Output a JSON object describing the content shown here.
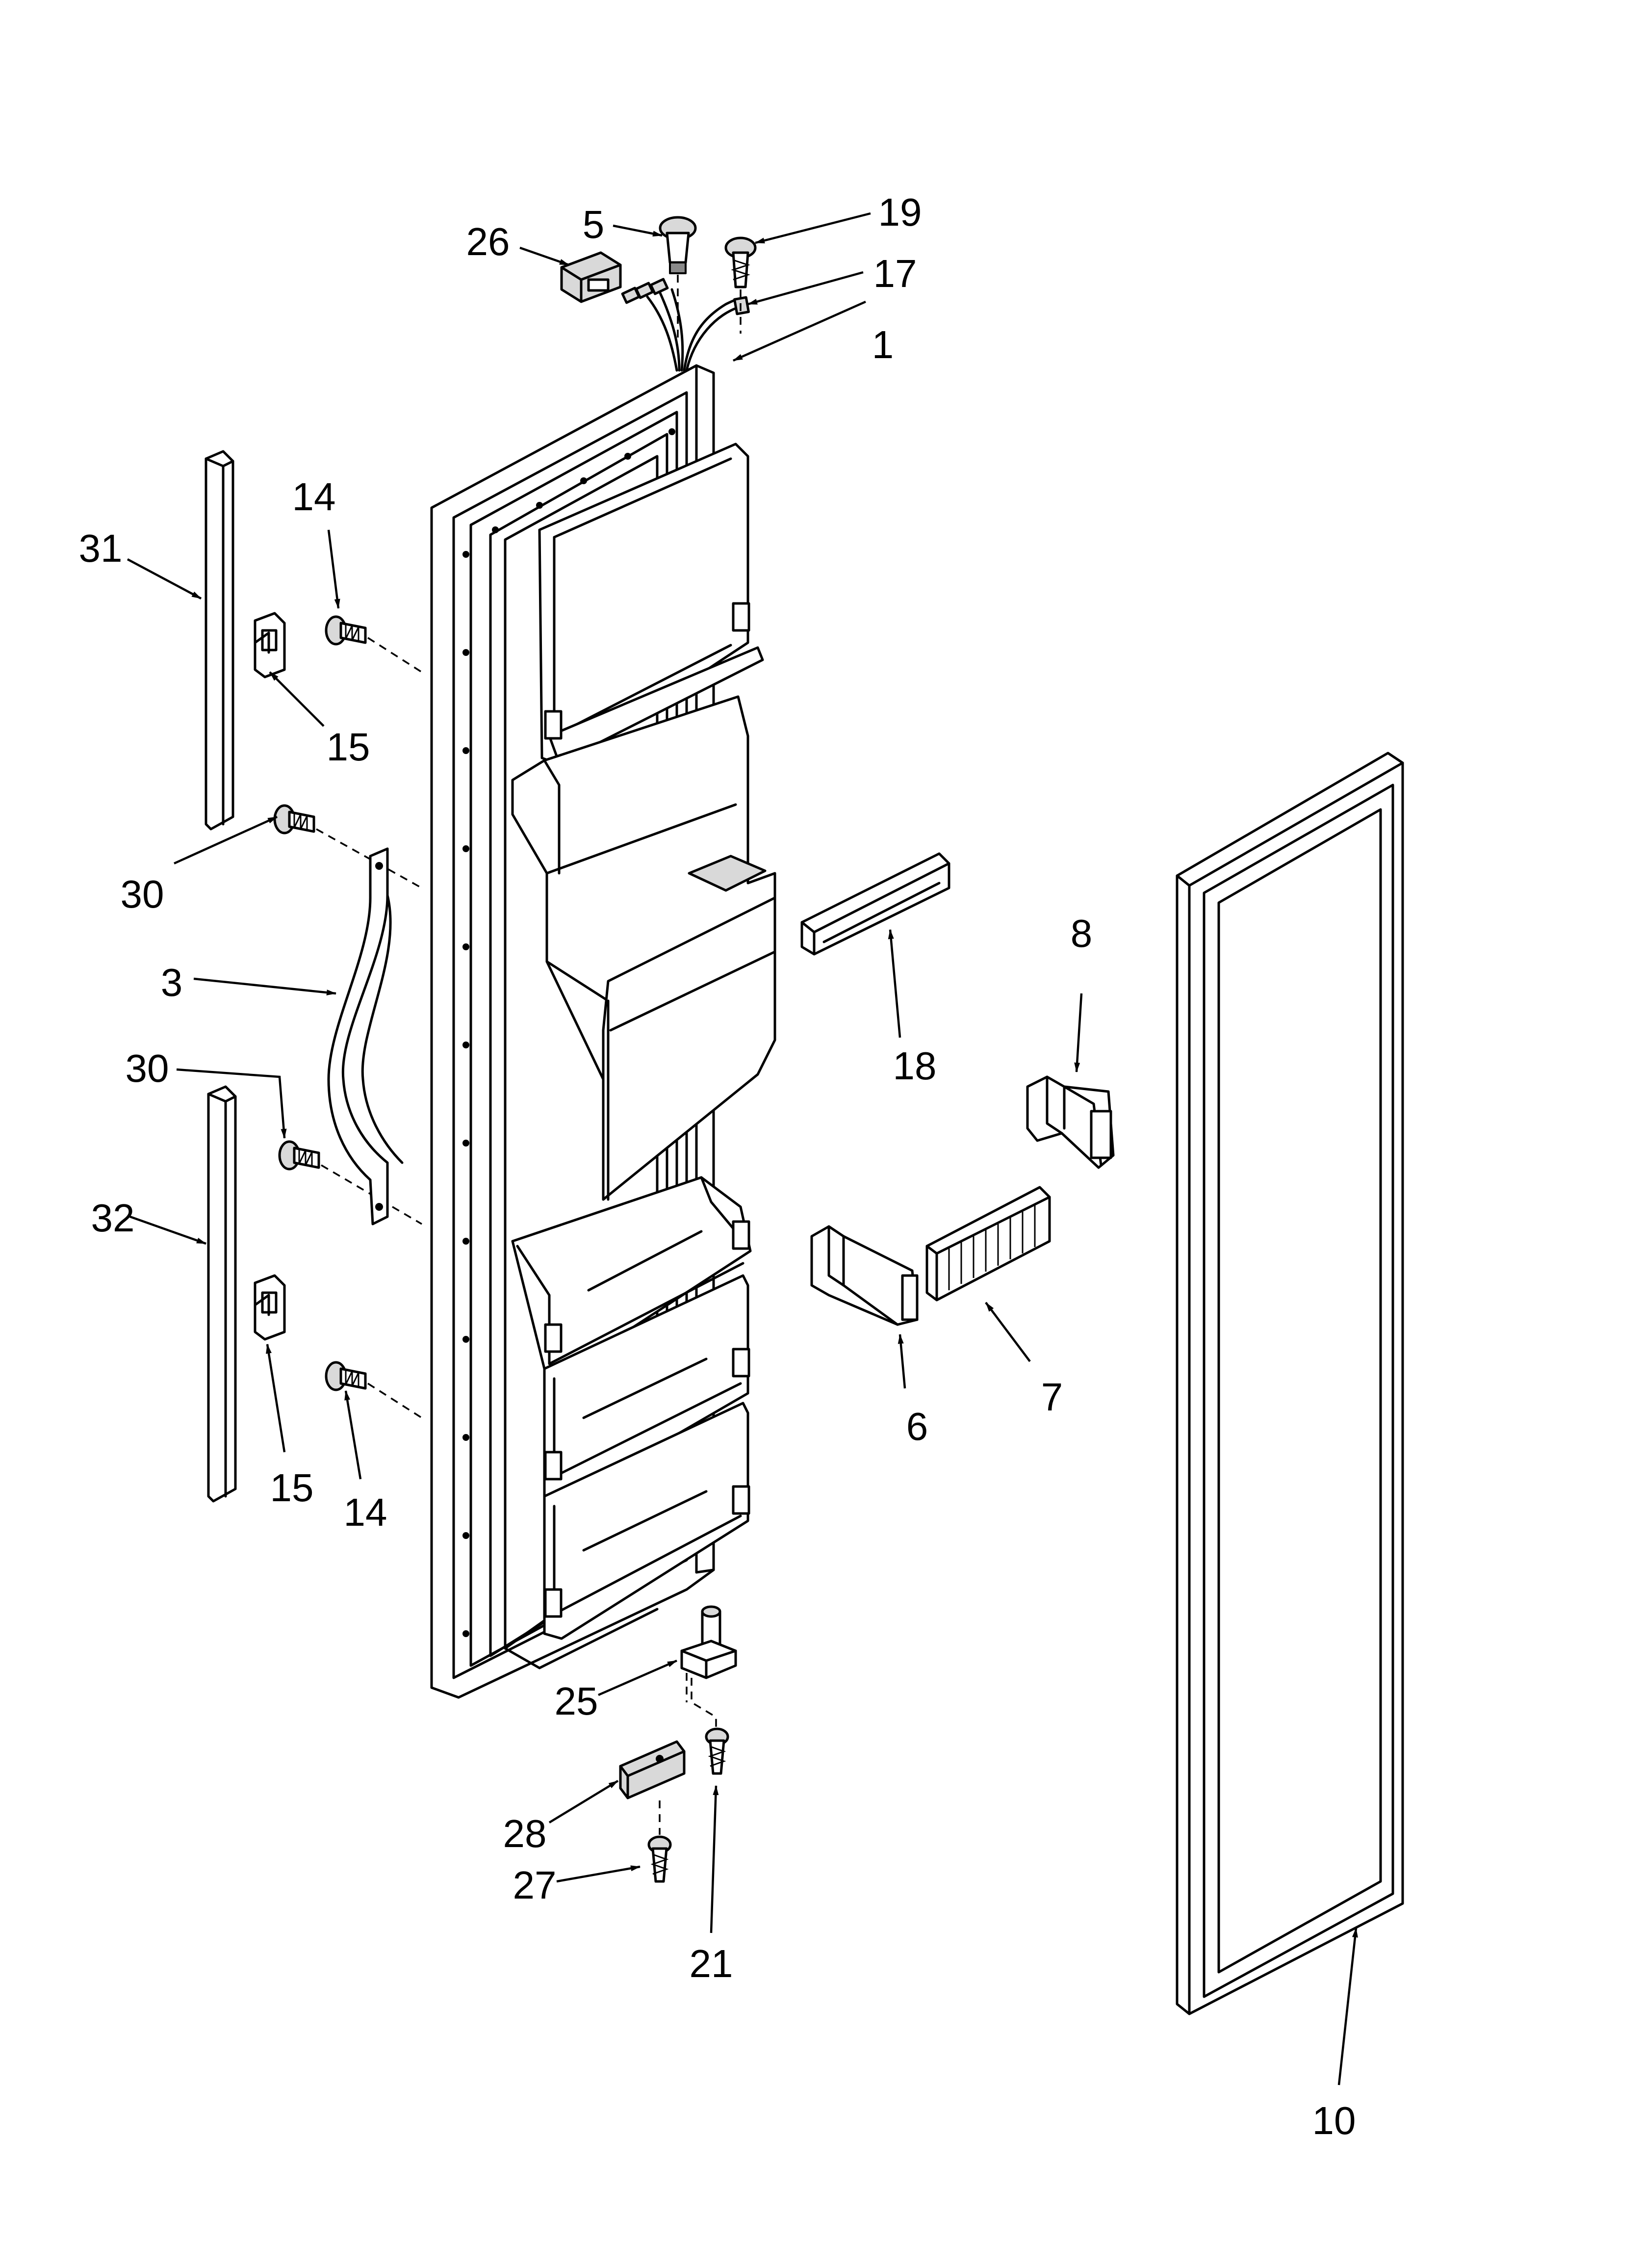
{
  "callouts": {
    "c1": "1",
    "c3": "3",
    "c5": "5",
    "c6": "6",
    "c7": "7",
    "c8": "8",
    "c10": "10",
    "c14a": "14",
    "c14b": "14",
    "c15a": "15",
    "c15b": "15",
    "c17": "17",
    "c18": "18",
    "c19": "19",
    "c21": "21",
    "c25": "25",
    "c26": "26",
    "c27": "27",
    "c28": "28",
    "c30a": "30",
    "c30b": "30",
    "c31": "31",
    "c32": "32"
  }
}
